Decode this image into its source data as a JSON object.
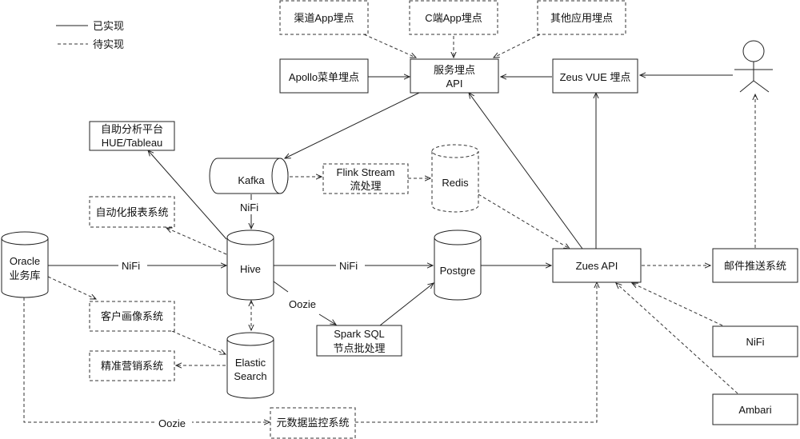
{
  "legend": {
    "implemented": "已实现",
    "planned": "待实现"
  },
  "nodes": {
    "channel_app": {
      "label": [
        "渠道App埋点"
      ],
      "style": "dashed"
    },
    "c_app": {
      "label": [
        "C端App埋点"
      ],
      "style": "dashed"
    },
    "other_app": {
      "label": [
        "其他应用埋点"
      ],
      "style": "dashed"
    },
    "apollo": {
      "label": [
        "Apollo菜单埋点"
      ],
      "style": "solid"
    },
    "service_api": {
      "label": [
        "服务埋点",
        "API"
      ],
      "style": "solid"
    },
    "zeus_vue": {
      "label": [
        "Zeus VUE 埋点"
      ],
      "style": "solid"
    },
    "user": {
      "label": [
        "user"
      ],
      "style": "actor"
    },
    "self_analysis": {
      "label": [
        "自助分析平台",
        "HUE/Tableau"
      ],
      "style": "solid"
    },
    "kafka": {
      "label": [
        "Kafka"
      ],
      "style": "solid"
    },
    "flink": {
      "label": [
        "Flink Stream",
        "流处理"
      ],
      "style": "dashed"
    },
    "redis": {
      "label": [
        "Redis"
      ],
      "style": "dashed"
    },
    "auto_report": {
      "label": [
        "自动化报表系统"
      ],
      "style": "dashed"
    },
    "oracle": {
      "label": [
        "Oracle",
        "业务库"
      ],
      "style": "solid"
    },
    "hive": {
      "label": [
        "Hive"
      ],
      "style": "solid"
    },
    "postgre": {
      "label": [
        "Postgre"
      ],
      "style": "solid"
    },
    "zues_api": {
      "label": [
        "Zues API"
      ],
      "style": "solid"
    },
    "mail": {
      "label": [
        "邮件推送系统"
      ],
      "style": "solid"
    },
    "customer_profile": {
      "label": [
        "客户画像系统"
      ],
      "style": "dashed"
    },
    "spark_sql": {
      "label": [
        "Spark SQL",
        "节点批处理"
      ],
      "style": "solid"
    },
    "elastic": {
      "label": [
        "Elastic",
        "Search"
      ],
      "style": "solid"
    },
    "precision_marketing": {
      "label": [
        "精准营销系统"
      ],
      "style": "dashed"
    },
    "nifi_box": {
      "label": [
        "NiFi"
      ],
      "style": "solid"
    },
    "ambari": {
      "label": [
        "Ambari"
      ],
      "style": "solid"
    },
    "metadata_monitor": {
      "label": [
        "元数据监控系统"
      ],
      "style": "dashed"
    }
  },
  "edges": [
    {
      "from": "channel_app",
      "to": "service_api",
      "style": "dashed",
      "label": ""
    },
    {
      "from": "c_app",
      "to": "service_api",
      "style": "dashed",
      "label": ""
    },
    {
      "from": "other_app",
      "to": "service_api",
      "style": "dashed",
      "label": ""
    },
    {
      "from": "apollo",
      "to": "service_api",
      "style": "solid",
      "label": ""
    },
    {
      "from": "zeus_vue",
      "to": "service_api",
      "style": "solid",
      "label": ""
    },
    {
      "from": "user",
      "to": "zeus_vue",
      "style": "solid",
      "label": ""
    },
    {
      "from": "service_api",
      "to": "kafka",
      "style": "solid",
      "label": ""
    },
    {
      "from": "zues_api",
      "to": "service_api",
      "style": "solid",
      "label": ""
    },
    {
      "from": "zues_api",
      "to": "zeus_vue",
      "style": "solid",
      "label": ""
    },
    {
      "from": "kafka",
      "to": "flink",
      "style": "dashed",
      "label": ""
    },
    {
      "from": "flink",
      "to": "redis",
      "style": "dashed",
      "label": ""
    },
    {
      "from": "redis",
      "to": "zues_api",
      "style": "dashed",
      "label": ""
    },
    {
      "from": "kafka",
      "to": "hive",
      "style": "solid",
      "label": "NiFi"
    },
    {
      "from": "hive",
      "to": "self_analysis",
      "style": "solid",
      "label": ""
    },
    {
      "from": "hive",
      "to": "auto_report",
      "style": "dashed",
      "label": ""
    },
    {
      "from": "oracle",
      "to": "hive",
      "style": "solid",
      "label": "NiFi"
    },
    {
      "from": "hive",
      "to": "postgre",
      "style": "solid",
      "label": "NiFi"
    },
    {
      "from": "hive",
      "to": "spark_sql",
      "style": "solid",
      "label": "Oozie"
    },
    {
      "from": "spark_sql",
      "to": "postgre",
      "style": "solid",
      "label": ""
    },
    {
      "from": "postgre",
      "to": "zues_api",
      "style": "solid",
      "label": ""
    },
    {
      "from": "zues_api",
      "to": "mail",
      "style": "dashed",
      "label": ""
    },
    {
      "from": "mail",
      "to": "user",
      "style": "dashed",
      "label": ""
    },
    {
      "from": "hive",
      "to": "elastic",
      "style": "dashed",
      "label": "",
      "bidirectional": true
    },
    {
      "from": "oracle",
      "to": "customer_profile",
      "style": "dashed",
      "label": ""
    },
    {
      "from": "customer_profile",
      "to": "elastic",
      "style": "dashed",
      "label": ""
    },
    {
      "from": "elastic",
      "to": "precision_marketing",
      "style": "dashed",
      "label": ""
    },
    {
      "from": "oracle",
      "to": "metadata_monitor",
      "style": "dashed",
      "label": "Oozie"
    },
    {
      "from": "metadata_monitor",
      "to": "zues_api",
      "style": "dashed",
      "label": ""
    },
    {
      "from": "nifi_box",
      "to": "zues_api",
      "style": "dashed",
      "label": ""
    },
    {
      "from": "ambari",
      "to": "zues_api",
      "style": "dashed",
      "label": ""
    }
  ]
}
